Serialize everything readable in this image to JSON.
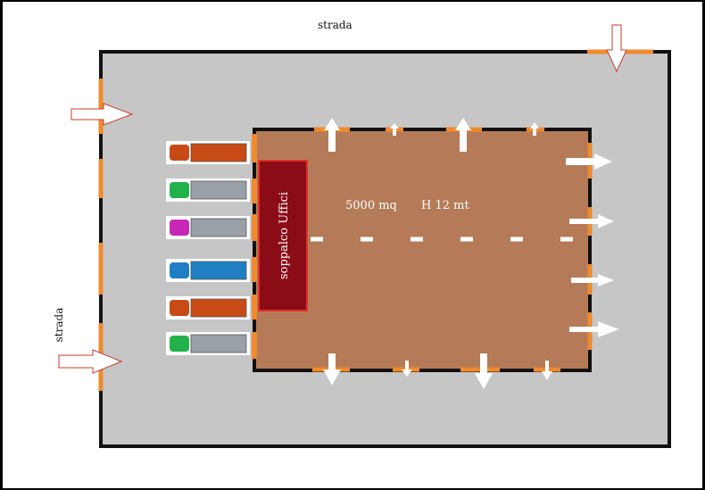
{
  "labels": {
    "street_top": "strada",
    "street_left": "strada",
    "area": "5000 mq",
    "height": "H 12 mt",
    "offices": "soppalco Uffici"
  },
  "colors": {
    "yard": "#c6c6c6",
    "warehouse": "#b57b58",
    "offices": "#8b0b17",
    "offices_border": "#e0302a",
    "door": "#f08a2c",
    "wall": "#111111",
    "arrow_outline": "#cc3b2a"
  },
  "vehicles": [
    {
      "kind": "truck-icon",
      "cab": "#c84a14",
      "body": "#c84a14"
    },
    {
      "kind": "truck-icon",
      "cab": "#22b24c",
      "body": "#9aa0a8"
    },
    {
      "kind": "truck-icon",
      "cab": "#c826b4",
      "body": "#9aa0a8"
    },
    {
      "kind": "truck-icon",
      "cab": "#1f7fc2",
      "body": "#1f7fc2"
    },
    {
      "kind": "truck-icon",
      "cab": "#c84a14",
      "body": "#c84a14"
    },
    {
      "kind": "truck-icon",
      "cab": "#22b24c",
      "body": "#9aa0a8"
    }
  ]
}
